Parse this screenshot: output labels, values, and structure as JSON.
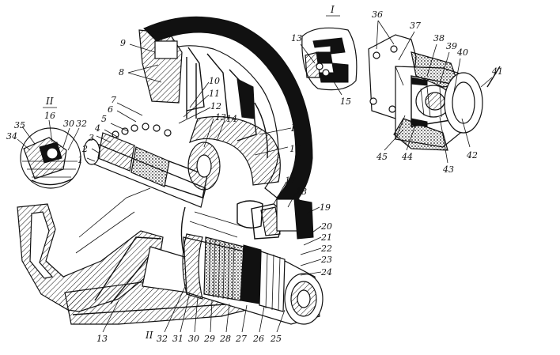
{
  "detail_labels": {
    "detail_1": "I",
    "detail_2": "II"
  },
  "callouts": [
    "1",
    "2",
    "3",
    "4",
    "5",
    "6",
    "7",
    "8",
    "9",
    "10",
    "11",
    "12",
    "13",
    "14",
    "15",
    "16",
    "17",
    "18",
    "19",
    "20",
    "21",
    "22",
    "23",
    "24",
    "25",
    "26",
    "27",
    "28",
    "29",
    "30",
    "31",
    "32",
    "34",
    "35",
    "36",
    "37",
    "38",
    "39",
    "40",
    "41",
    "42",
    "43",
    "44",
    "45"
  ]
}
